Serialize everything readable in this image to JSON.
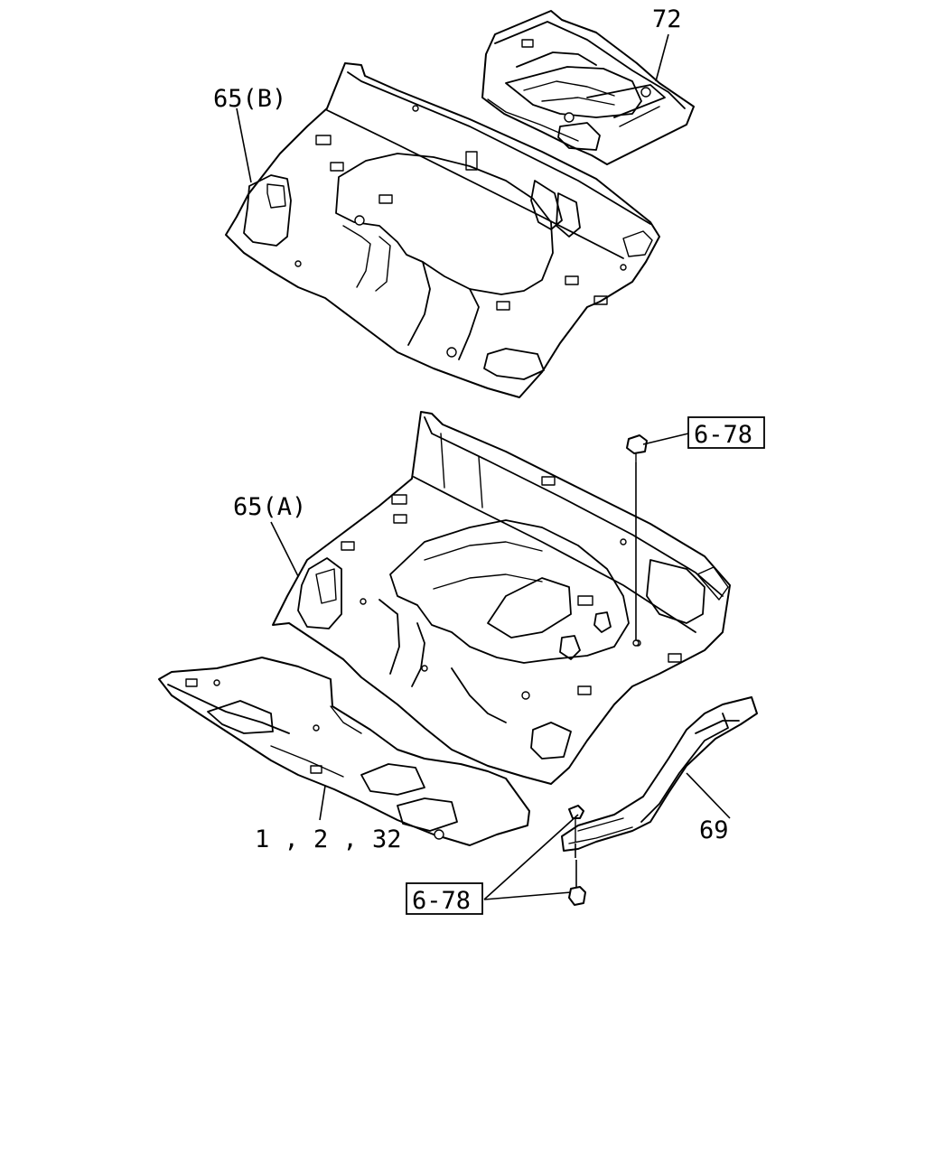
{
  "callouts": {
    "c72": "72",
    "c65b": "65(B)",
    "c65a": "65(A)",
    "c69": "69",
    "c1_2_32": "1 , 2 , 32"
  },
  "references": {
    "ref_top": "6-78",
    "ref_bottom": "6-78"
  }
}
